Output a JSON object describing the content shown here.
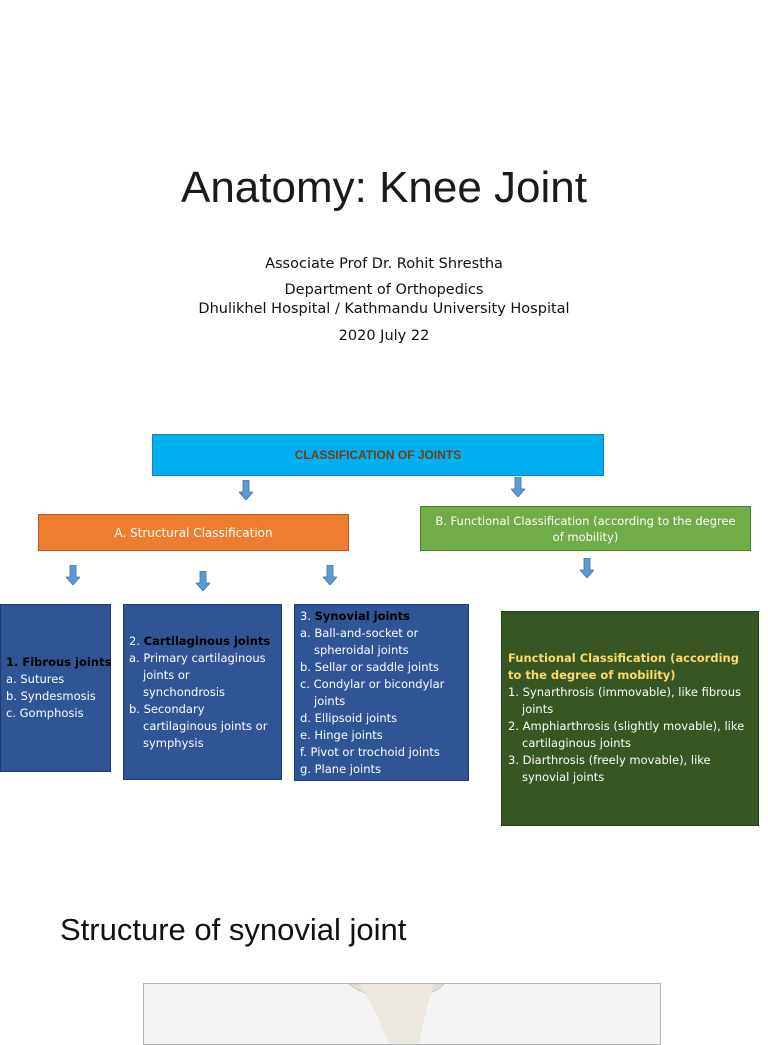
{
  "slide1": {
    "title": "Anatomy: Knee Joint",
    "author": "Associate Prof Dr. Rohit Shrestha",
    "department": "Department of Orthopedics",
    "hospital": "Dhulikhel Hospital / Kathmandu University Hospital",
    "date": "2020 July 22"
  },
  "chart": {
    "root": "CLASSIFICATION OF JOINTS",
    "structural": "A. Structural Classification",
    "functional_header": "B. Functional Classification (according to the degree of mobility)",
    "fibrous": {
      "title": "1. Fibrous joints",
      "items": [
        "a. Sutures",
        "b. Syndesmosis",
        "c. Gomphosis"
      ]
    },
    "cartilaginous": {
      "prefix": "2. ",
      "title": "Cartilaginous joints",
      "items": [
        "a.   Primary cartilaginous",
        "joints or",
        "synchondrosis",
        "b. Secondary",
        "cartilaginous joints or",
        "symphysis"
      ]
    },
    "synovial": {
      "prefix": "3. ",
      "title": "Synovial joints",
      "items": [
        "a.   Ball-and-socket or",
        "spheroidal joints",
        "b.  Sellar or saddle joints",
        "c. Condylar or bicondylar",
        "joints",
        "d. Ellipsoid joints",
        "e. Hinge joints",
        "f. Pivot or trochoid joints",
        "g. Plane joints"
      ]
    },
    "functional": {
      "title": "Functional Classification (according to the degree of mobility)",
      "items": [
        "1.   Synarthrosis (immovable), like fibrous",
        "joints",
        "2. Amphiarthrosis (slightly movable), like",
        "cartilaginous joints",
        "3. Diarthrosis (freely movable), like",
        "synovial joints"
      ]
    }
  },
  "slide3": {
    "heading": "Structure of synovial joint"
  },
  "colors": {
    "root_box": "#00b0f0",
    "structural_box": "#ed7d31",
    "functional_box": "#70ad47",
    "card_blue": "#2f5597",
    "card_green": "#375623",
    "arrow": "#5b9bd5"
  }
}
